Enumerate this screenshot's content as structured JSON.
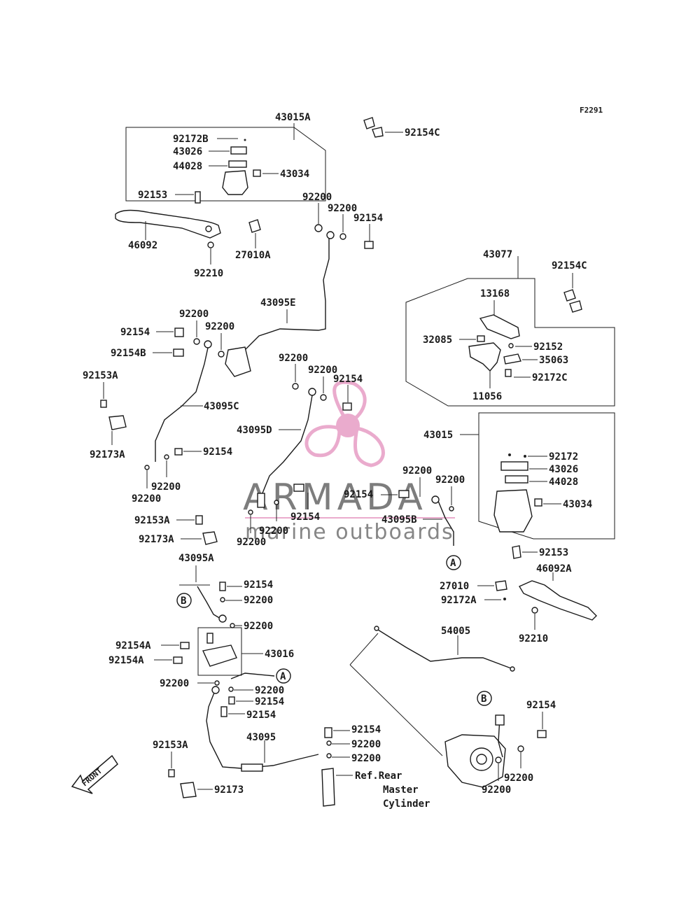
{
  "figure_code": "F2291",
  "labels": {
    "l43015A": "43015A",
    "l92172B": "92172B",
    "l43026a": "43026",
    "l44028a": "44028",
    "l43034a": "43034",
    "l92154Ca": "92154C",
    "l92153a": "92153",
    "l46092": "46092",
    "l92210a": "92210",
    "l27010A": "27010A",
    "l92200a": "92200",
    "l92200b": "92200",
    "l92154a": "92154",
    "l43077": "43077",
    "l92154Cb": "92154C",
    "l13168": "13168",
    "l32085": "32085",
    "l92152": "92152",
    "l35063": "35063",
    "l92172C": "92172C",
    "l11056": "11056",
    "l43095E": "43095E",
    "l92200c": "92200",
    "l92154b": "92154",
    "l92200d": "92200",
    "l92154B": "92154B",
    "l92200e": "92200",
    "l92200f": "92200",
    "l92154c": "92154",
    "l92153Aa": "92153A",
    "l43095C": "43095C",
    "l92173A": "92173A",
    "l43095D": "43095D",
    "l92154d": "92154",
    "l43015": "43015",
    "l92172": "92172",
    "l43026b": "43026",
    "l44028b": "44028",
    "l43034b": "43034",
    "l92200g": "92200",
    "l92200h": "92200",
    "l92200i": "92200",
    "l92200j": "92200",
    "l92154e": "92154",
    "l43095B": "43095B",
    "l92154f": "92154",
    "l92200k": "92200",
    "l92200l": "92200",
    "l92153Ab": "92153A",
    "l92173Ab": "92173A",
    "l92153b": "92153",
    "l46092A": "46092A",
    "l43095A": "43095A",
    "l92154g": "92154",
    "l92200m": "92200",
    "l27010": "27010",
    "l92172A": "92172A",
    "l92200n": "92200",
    "l92210b": "92210",
    "l92154Aa": "92154A",
    "l43016": "43016",
    "l92154Ab": "92154A",
    "l54005": "54005",
    "l92200o": "92200",
    "l92200p": "92200",
    "l92154h": "92154",
    "l92154i": "92154",
    "l92154j": "92154",
    "l92153Ac": "92153A",
    "l43095": "43095",
    "l92154k": "92154",
    "l92200q": "92200",
    "l92200r": "92200",
    "l92173": "92173",
    "l92200s": "92200",
    "l92200t": "92200",
    "refRear": "Ref.Rear",
    "refMaster": "Master",
    "refCylinder": "Cylinder"
  },
  "callouts": {
    "A1": "A",
    "A2": "A",
    "B1": "B",
    "B2": "B"
  },
  "front_arrow": "FRONT",
  "watermark": {
    "brand": "ARMADA",
    "tagline": "marine outboards"
  },
  "colors": {
    "watermark_pink": "#e8a3c8",
    "watermark_grey": "#6f6f6f",
    "line": "#1a1a1a"
  }
}
